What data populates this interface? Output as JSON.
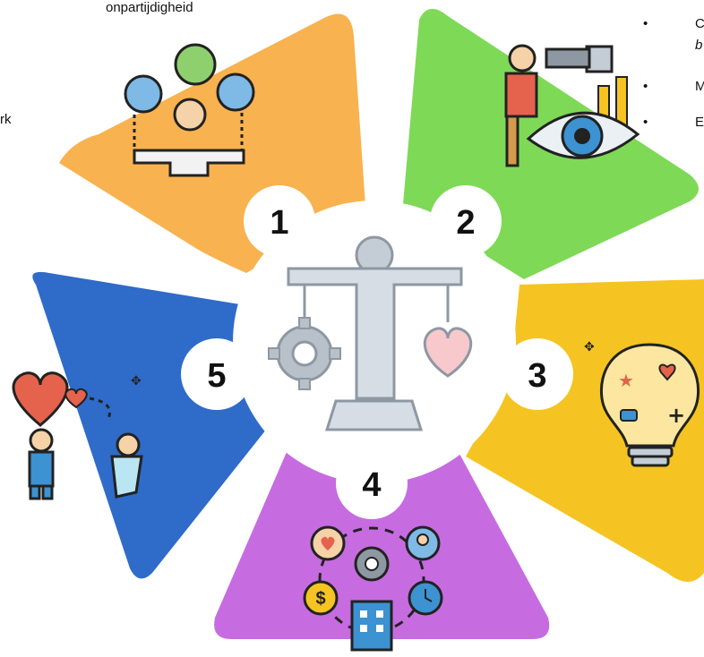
{
  "top_text": "onpartijdigheid",
  "left_fragment": "rk",
  "right_bullets": [
    {
      "bullet": "•",
      "text": "C",
      "text2": "b"
    },
    {
      "bullet": "•",
      "text": "M"
    },
    {
      "bullet": "•",
      "text": "E"
    }
  ],
  "segments": [
    {
      "number": "1",
      "color": "#F8B24F",
      "icon": "impartial-person-with-world-icons"
    },
    {
      "number": "2",
      "color": "#7ED957",
      "icon": "person-with-telescope-and-eye-icon"
    },
    {
      "number": "3",
      "color": "#F5C422",
      "icon": "lightbulb-puzzle-icon"
    },
    {
      "number": "4",
      "color": "#C66CE0",
      "icon": "organisation-network-icon"
    },
    {
      "number": "5",
      "color": "#2F6BC9",
      "icon": "people-sharing-heart-icon"
    }
  ],
  "center_icon": "balance-person-gear-heart-icon"
}
